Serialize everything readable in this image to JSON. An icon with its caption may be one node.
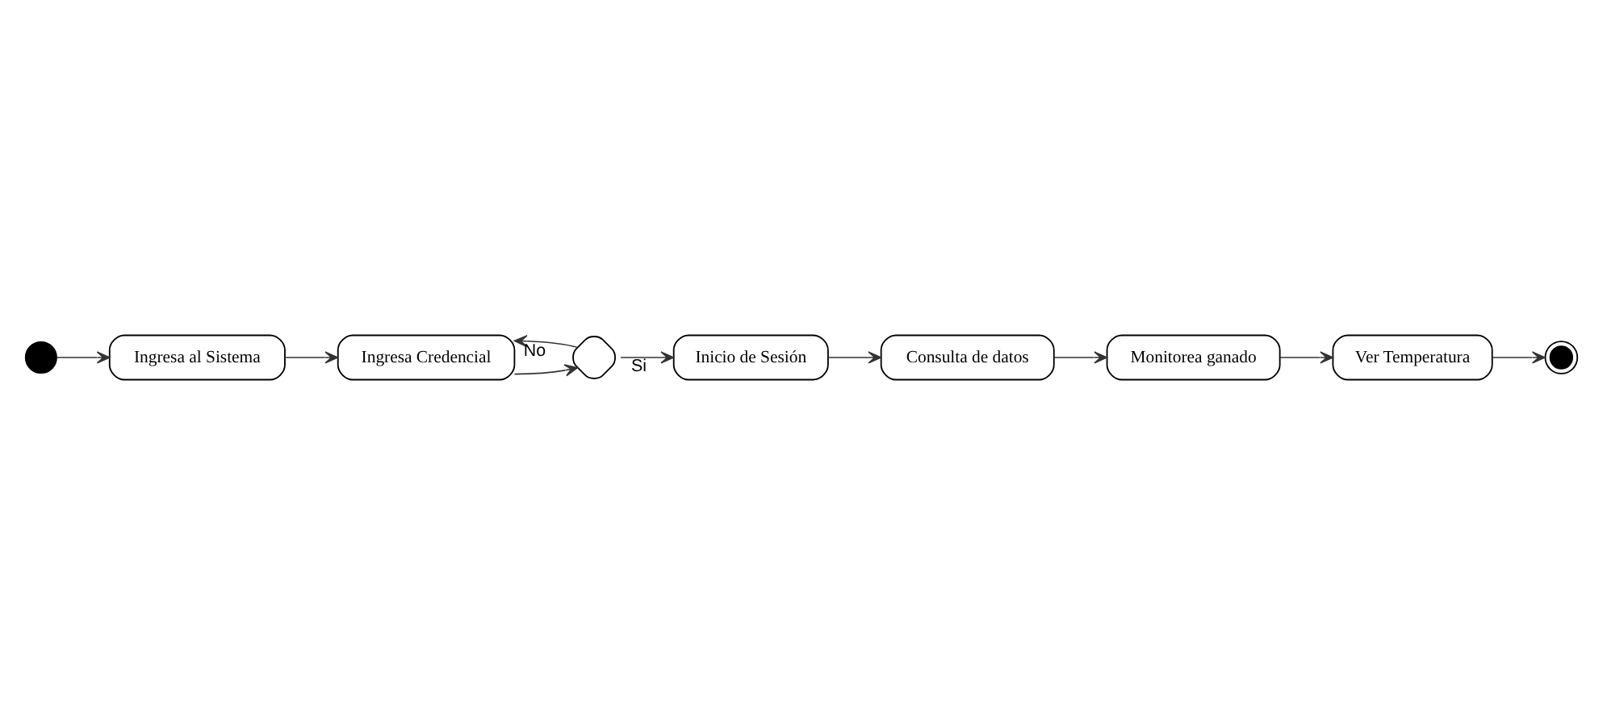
{
  "diagram": {
    "nodes": [
      {
        "text": [],
        "shape": "circle"
      },
      {
        "text": [
          "Ingresa al Sistema"
        ]
      },
      {
        "text": [
          "Ingresa Credencial"
        ]
      },
      {
        "text": [],
        "shape": "diamond"
      },
      {
        "text": [
          "Inicio de Sesión"
        ]
      },
      {
        "text": [
          "Consulta de datos"
        ]
      },
      {
        "text": [
          "Monitorea ganado"
        ]
      },
      {
        "text": [
          "Ver Temperatura"
        ]
      },
      {
        "text": [],
        "shape": "circle"
      }
    ],
    "edges": [
      {
        "from": 0,
        "to": 1,
        "arrow": "to"
      },
      {
        "from": 1,
        "to": 2,
        "arrow": "to"
      },
      {
        "from": 2,
        "to": 3,
        "arrow": "to"
      },
      {
        "from": 3,
        "to": 4,
        "arrow": "to",
        "label": "Si"
      },
      {
        "from": 3,
        "to": 2,
        "arrow": "to",
        "label": "No"
      },
      {
        "from": 4,
        "to": 5,
        "arrow": "to"
      },
      {
        "from": 5,
        "to": 6,
        "arrow": "to"
      },
      {
        "from": 6,
        "to": 7,
        "arrow": "to"
      },
      {
        "from": 7,
        "to": 8,
        "arrow": "to"
      }
    ]
  }
}
